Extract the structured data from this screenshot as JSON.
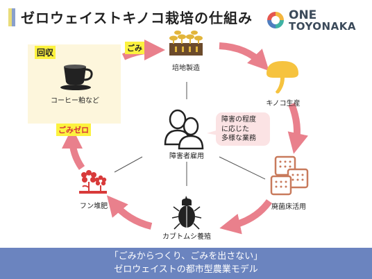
{
  "slide": {
    "title": "ゼロウェイストキノコ栽培の仕組み"
  },
  "logo": {
    "line1": "ONE",
    "line2": "TOYONAKA",
    "colors": [
      "#f4b63e",
      "#3fb2a4",
      "#e5574f",
      "#4f7ec0"
    ]
  },
  "collection": {
    "label": "回収",
    "item": "コーヒー粕など",
    "icon": "coffee-cup-icon"
  },
  "tags": {
    "gomi": "ごみ",
    "gomi_zero": "ごみゼロ"
  },
  "nodes": {
    "substrate": {
      "label": "培地製造",
      "icon": "substrate-blocks-icon"
    },
    "mushroom": {
      "label": "キノコ生産",
      "icon": "mushroom-icon"
    },
    "bed": {
      "label": "廃菌床活用",
      "icon": "mushroom-bed-icon"
    },
    "beetle": {
      "label": "カブトムシ養殖",
      "icon": "beetle-icon"
    },
    "compost": {
      "label": "フン堆肥",
      "icon": "flower-icon"
    },
    "center": {
      "label": "障害者雇用",
      "icon": "people-icon"
    }
  },
  "callout": {
    "lines": [
      "障害の程度",
      "に応じた",
      "多様な業務"
    ]
  },
  "footer": {
    "line1": "「ごみからつくり、ごみを出さない」",
    "line2": "ゼロウェイストの都市型農業モデル"
  },
  "colors": {
    "arrow": "#e9808c",
    "accent_bar_yellow": "#e9dc7a",
    "accent_bar_blue": "#8aa0cc",
    "panel_bg": "#fdf6dc",
    "tag_bg": "#fcf23f",
    "footer_bg": "#6b84bf",
    "substrate": "#e2b53b",
    "mushroom": "#f6c33f",
    "bed": "#c87a5c",
    "flower": "#d83a3a"
  }
}
